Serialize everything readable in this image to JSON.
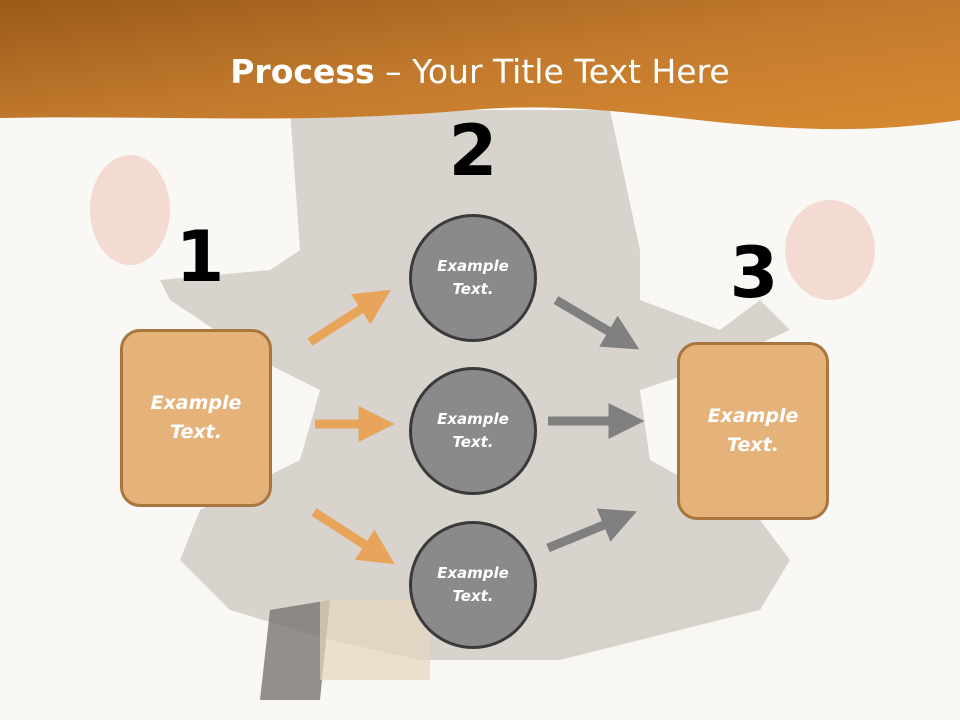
{
  "title": {
    "bold": "Process",
    "rest": " – Your Title Text Here"
  },
  "steps": {
    "n1": "1",
    "n2": "2",
    "n3": "3"
  },
  "left_box": {
    "line1": "Example",
    "line2": "Text."
  },
  "right_box": {
    "line1": "Example",
    "line2": "Text."
  },
  "circles": [
    {
      "line1": "Example",
      "line2": "Text."
    },
    {
      "line1": "Example",
      "line2": "Text."
    },
    {
      "line1": "Example",
      "line2": "Text."
    }
  ],
  "colors": {
    "banner": "#c97a2a",
    "box": "#e5b37a",
    "circle": "#8a8a8a",
    "orange_arrow": "#e8a45a",
    "gray_arrow": "#808080"
  }
}
